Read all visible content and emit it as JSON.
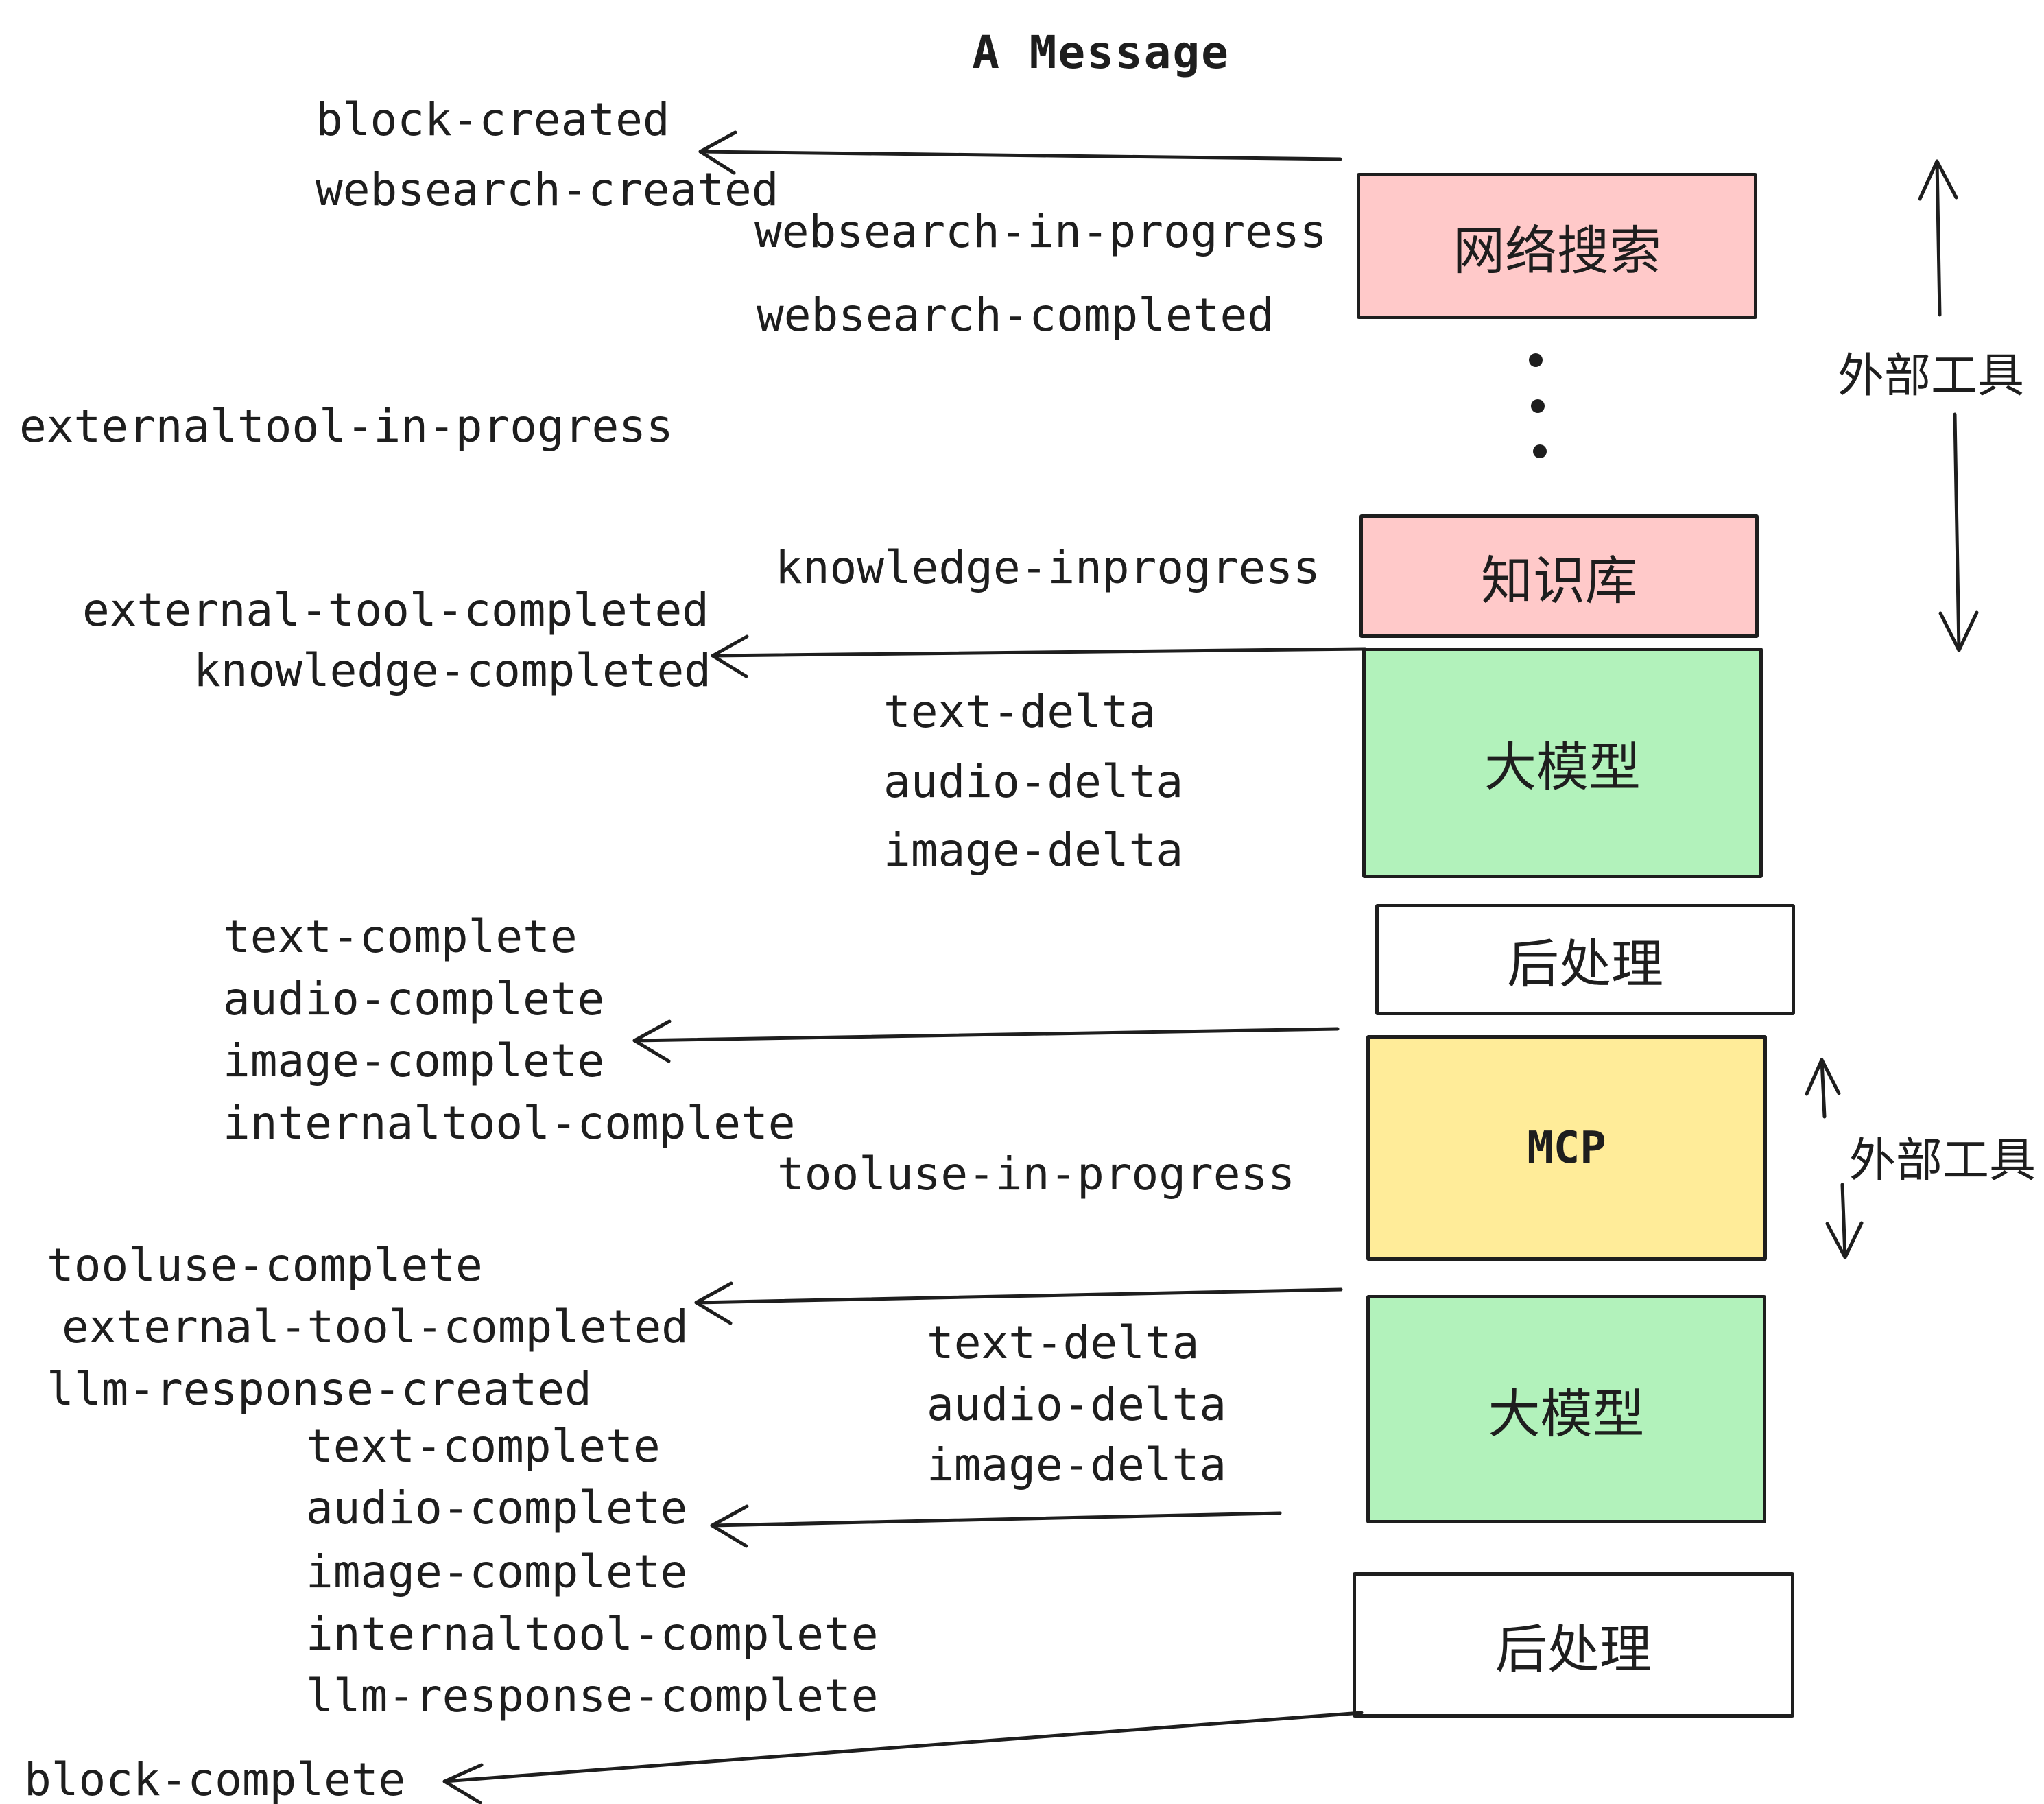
{
  "title": "A Message",
  "palette": {
    "ink": "#1e1e1e",
    "pink": "#ffc9c9",
    "green": "#b2f2bb",
    "yellow": "#ffec99",
    "white": "#ffffff"
  },
  "boxes": [
    {
      "id": "websearch",
      "label": "网络搜索",
      "color": "pink"
    },
    {
      "id": "knowledge",
      "label": "知识库",
      "color": "pink"
    },
    {
      "id": "llm-1",
      "label": "大模型",
      "color": "green"
    },
    {
      "id": "postprocess-1",
      "label": "后处理",
      "color": "white"
    },
    {
      "id": "mcp",
      "label": "MCP",
      "color": "yellow"
    },
    {
      "id": "llm-2",
      "label": "大模型",
      "color": "green"
    },
    {
      "id": "postprocess-2",
      "label": "后处理",
      "color": "white"
    }
  ],
  "side_labels": [
    {
      "text": "外部工具"
    },
    {
      "text": "外部工具"
    }
  ],
  "events": [
    {
      "text": "block-created"
    },
    {
      "text": "websearch-created"
    },
    {
      "text": "websearch-in-progress"
    },
    {
      "text": "websearch-completed"
    },
    {
      "text": "externaltool-in-progress"
    },
    {
      "text": "knowledge-inprogress"
    },
    {
      "text": "external-tool-completed"
    },
    {
      "text": "knowledge-completed"
    },
    {
      "text": "text-delta"
    },
    {
      "text": "audio-delta"
    },
    {
      "text": "image-delta"
    },
    {
      "text": "text-complete"
    },
    {
      "text": "audio-complete"
    },
    {
      "text": "image-complete"
    },
    {
      "text": "internaltool-complete"
    },
    {
      "text": "tooluse-in-progress"
    },
    {
      "text": "tooluse-complete"
    },
    {
      "text": "external-tool-completed"
    },
    {
      "text": "llm-response-created"
    },
    {
      "text": "text-complete"
    },
    {
      "text": "text-delta"
    },
    {
      "text": "audio-delta"
    },
    {
      "text": "image-delta"
    },
    {
      "text": "audio-complete"
    },
    {
      "text": "image-complete"
    },
    {
      "text": "internaltool-complete"
    },
    {
      "text": "llm-response-complete"
    },
    {
      "text": "block-complete"
    }
  ]
}
